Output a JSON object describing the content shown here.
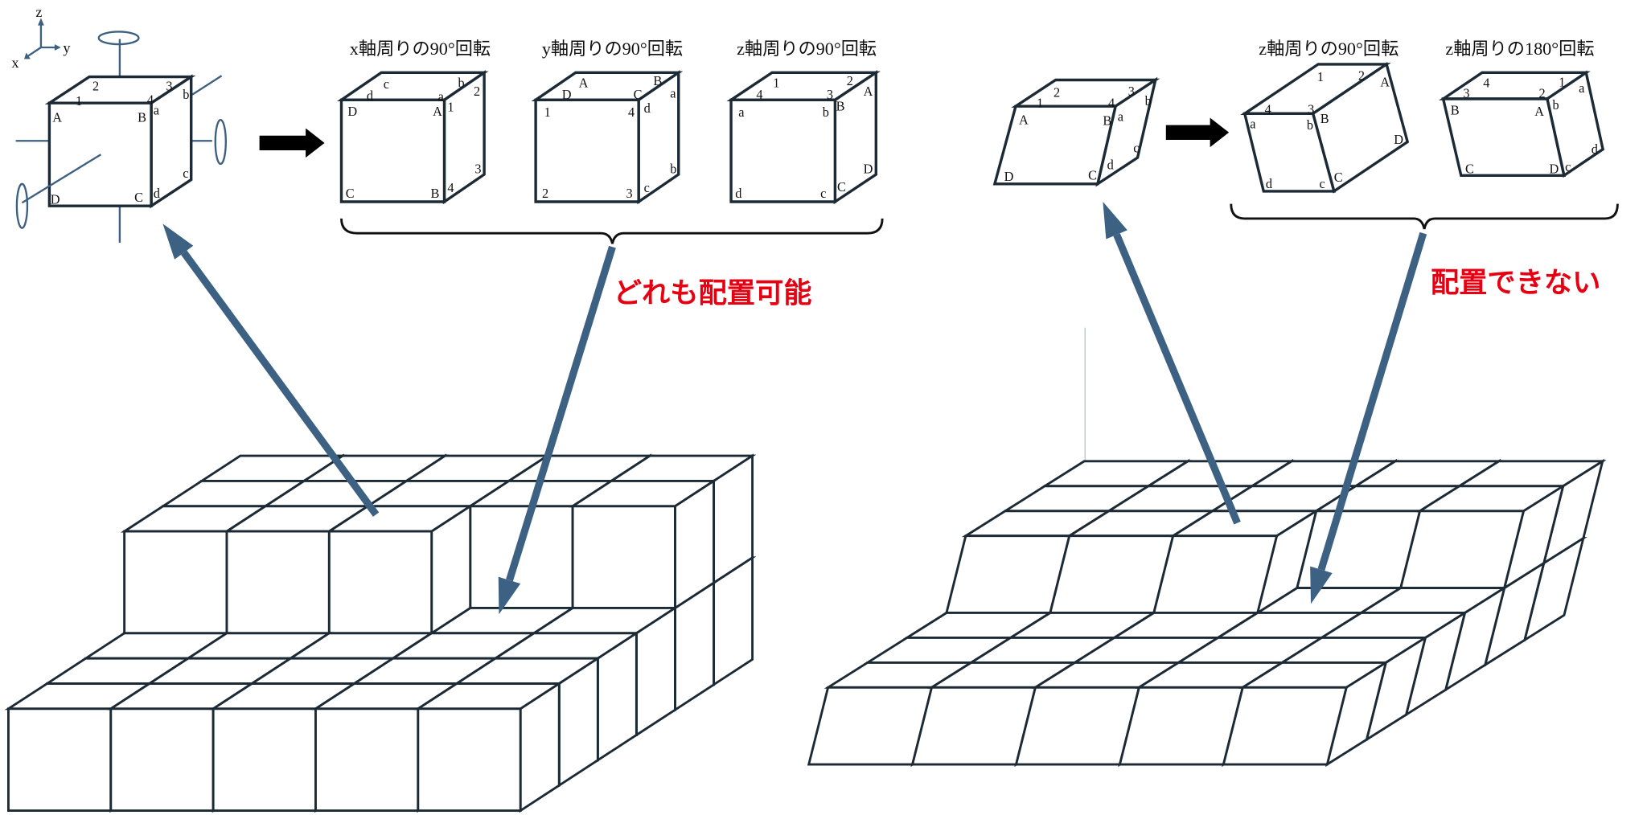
{
  "axes": {
    "z": "z",
    "y": "y",
    "x": "x"
  },
  "left_panel": {
    "titles": [
      "x軸周りの90°回転",
      "y軸周りの90°回転",
      "z軸周りの90°回転"
    ],
    "caption": "どれも配置可能",
    "cubes": [
      [
        "1",
        "2",
        "3",
        "4",
        "A",
        "B",
        "a",
        "b",
        "c",
        "d",
        "D",
        "C"
      ],
      [
        "c",
        "d",
        "b",
        "a",
        "2",
        "1",
        "D",
        "A",
        "3",
        "C",
        "B",
        "4"
      ],
      [
        "A",
        "B",
        "D",
        "C",
        "a",
        "1",
        "4",
        "d",
        "b",
        "2",
        "3",
        "c"
      ],
      [
        "1",
        "2",
        "4",
        "3",
        "A",
        "a",
        "b",
        "B",
        "D",
        "d",
        "c",
        "C"
      ]
    ]
  },
  "right_panel": {
    "titles": [
      "z軸周りの90°回転",
      "z軸周りの180°回転"
    ],
    "caption": "配置できない",
    "cubes": [
      [
        "1",
        "2",
        "3",
        "4",
        "A",
        "B",
        "a",
        "b",
        "c",
        "d",
        "D",
        "C"
      ],
      [
        "1",
        "2",
        "A",
        "4",
        "3",
        "a",
        "b",
        "B",
        "D",
        "d",
        "c",
        "C"
      ],
      [
        "4",
        "1",
        "3",
        "2",
        "a",
        "B",
        "A",
        "b",
        "d",
        "C",
        "D",
        "c"
      ]
    ]
  },
  "colors": {
    "arrow": "#3d6182",
    "caption": "#e60012",
    "line": "#1c2a36"
  }
}
